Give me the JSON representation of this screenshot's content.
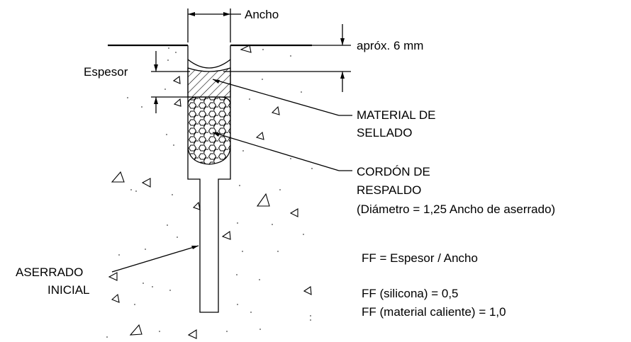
{
  "labels": {
    "ancho": "Ancho",
    "aprox": "apróx. 6 mm",
    "espesor": "Espesor",
    "sellado_1": "MATERIAL DE",
    "sellado_2": "SELLADO",
    "cordon_1": "CORDÓN DE",
    "cordon_2": "RESPALDO",
    "cordon_3": "(Diámetro = 1,25 Ancho de aserrado)",
    "aserrado_1": "ASERRADO",
    "aserrado_2": "INICIAL",
    "ff_def": "FF = Espesor / Ancho",
    "ff_silicona": "FF (silicona) = 0,5",
    "ff_caliente": "FF (material caliente) = 1,0"
  },
  "colors": {
    "line": "#000000",
    "background": "#ffffff"
  }
}
